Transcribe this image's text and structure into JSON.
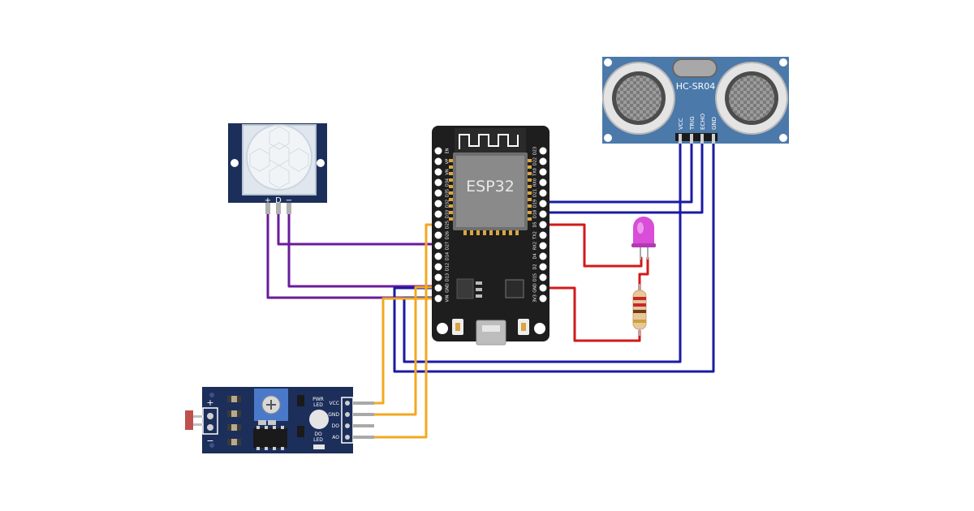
{
  "esp32": {
    "label": "ESP32",
    "left_pins": [
      "EN",
      "VP",
      "VN",
      "D34",
      "D35",
      "D32",
      "D33",
      "D25",
      "D26",
      "D27",
      "D14",
      "D12",
      "D13",
      "GND",
      "VIN"
    ],
    "right_pins": [
      "D23",
      "D22",
      "TX0",
      "RX0",
      "D21",
      "D19",
      "D18",
      "D5",
      "TX2",
      "RX2",
      "D4",
      "D2",
      "D15",
      "GND",
      "3V3"
    ]
  },
  "pir": {
    "pins": [
      "+",
      "D",
      "−"
    ]
  },
  "ultrasonic": {
    "label": "HC-SR04",
    "pins": [
      "VCC",
      "TRIG",
      "ECHO",
      "GND"
    ]
  },
  "ldr": {
    "power_label": [
      "+",
      "−"
    ],
    "pwr_led": [
      "PWR",
      "LED"
    ],
    "do_led": [
      "DO",
      "LED"
    ],
    "pins": [
      "VCC",
      "GND",
      "DO",
      "AO"
    ]
  },
  "colors": {
    "wire_purple": "#6a1b9a",
    "wire_blue": "#1a1aa6",
    "wire_red": "#d11a1a",
    "wire_yellow": "#f2a821",
    "board_black": "#1e1e1e",
    "module_navy": "#1c2e5a",
    "module_blue": "#4b79aa",
    "led_magenta": "#d94dd9"
  }
}
